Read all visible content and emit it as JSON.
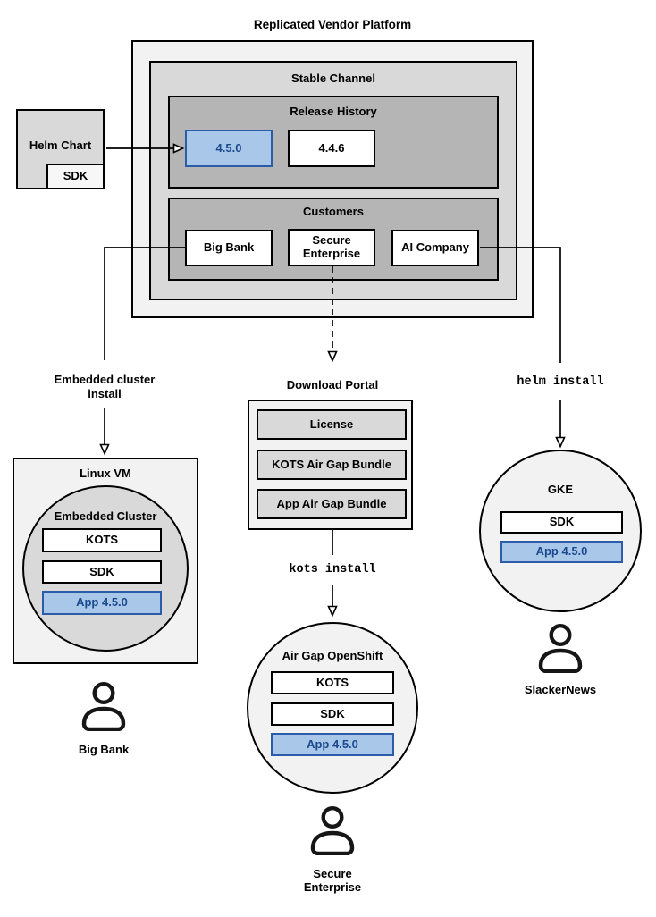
{
  "colors": {
    "canvas_bg": "#ffffff",
    "light_gray": "#f2f2f2",
    "mid_gray": "#d9d9d9",
    "dark_gray": "#b5b5b5",
    "box_white": "#ffffff",
    "border_black": "#000000",
    "blue_fill": "#a9c7e9",
    "blue_border": "#2a5ca8",
    "blue_text": "#1b4a8f"
  },
  "diagram": {
    "title": "Replicated Vendor Platform",
    "stable_channel": {
      "label": "Stable Channel",
      "release_history": {
        "label": "Release History",
        "releases": [
          "4.5.0",
          "4.4.6"
        ],
        "highlighted_release": "4.5.0"
      },
      "customers": {
        "label": "Customers",
        "items": [
          "Big Bank",
          "Secure Enterprise",
          "AI Company"
        ]
      }
    },
    "helm_chart": {
      "label": "Helm Chart",
      "sdk": "SDK"
    },
    "flows": {
      "embedded": {
        "install_label": "Embedded cluster install",
        "host": "Linux VM",
        "cluster": "Embedded Cluster",
        "components": [
          "KOTS",
          "SDK",
          "App 4.5.0"
        ],
        "user": "Big Bank"
      },
      "airgap": {
        "portal": {
          "label": "Download Portal",
          "items": [
            "License",
            "KOTS Air Gap Bundle",
            "App Air Gap Bundle"
          ]
        },
        "install_label": "kots install",
        "cluster": "Air Gap OpenShift",
        "components": [
          "KOTS",
          "SDK",
          "App 4.5.0"
        ],
        "user": "Secure Enterprise"
      },
      "helm": {
        "install_label": "helm install",
        "cluster": "GKE",
        "components": [
          "SDK",
          "App 4.5.0"
        ],
        "user": "SlackerNews"
      }
    }
  }
}
